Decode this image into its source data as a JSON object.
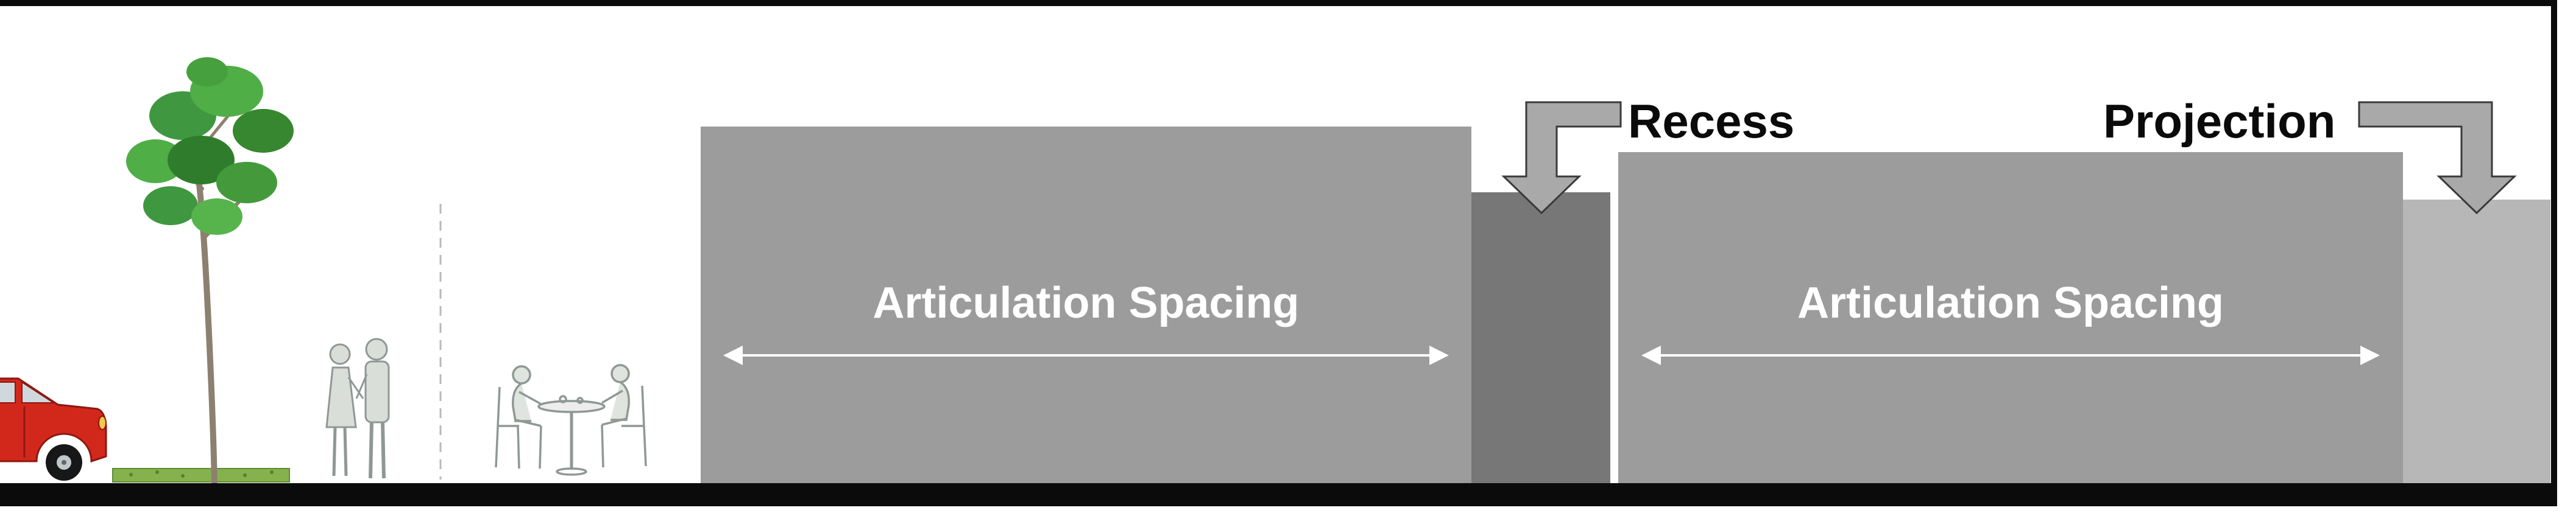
{
  "diagram": {
    "kind": "building-articulation-elevation",
    "buildings": {
      "left": {
        "label": "Articulation Spacing"
      },
      "right": {
        "label": "Articulation Spacing"
      }
    },
    "callouts": {
      "recess": "Recess",
      "projection": "Projection"
    },
    "colors": {
      "building_facade": "#9c9c9c",
      "recess_block": "#777777",
      "projection_block": "#b7b7b7",
      "ground": "#0b0b0b",
      "frame_border": "#0b0b0b",
      "building_label_text": "#ffffff",
      "dimension_arrow": "#ffffff",
      "callout_text": "#0a0a0a",
      "callout_arrow_fill": "#a9a9a9",
      "callout_arrow_outline": "#3a3a3a",
      "car_body": "#d2281c",
      "tree_foliage": "#3f9840",
      "tree_trunk": "#8d8070",
      "grass": "#86b24d",
      "figure_outline": "#8f9894",
      "property_line_dash": "#b9b9b9"
    },
    "scene_icons": [
      "car-icon",
      "grass-strip-icon",
      "street-tree-icon",
      "pedestrians-icon",
      "property-line-dashed",
      "cafe-seating-icon"
    ]
  }
}
